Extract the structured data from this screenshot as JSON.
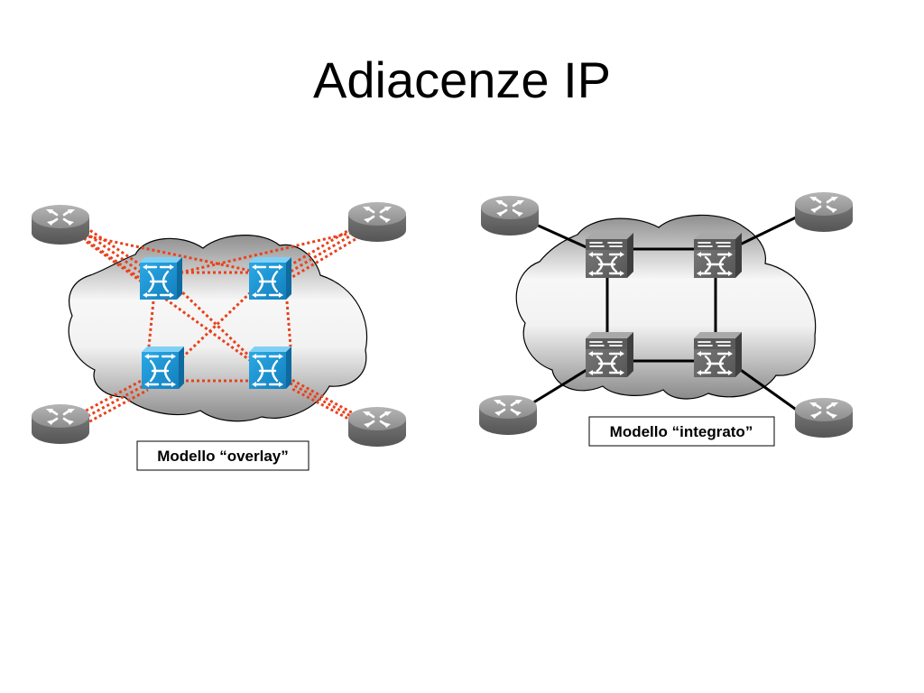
{
  "title": "Adiacenze IP",
  "colors": {
    "overlay_link": "#e8421c",
    "integrated_link": "#000000",
    "atm_switch_blue": "#1f9bd7",
    "atm_switch_grey": "#6f6f6f",
    "router": "#8a8a8a",
    "cloud_light": "#f4f4f4",
    "cloud_dark": "#9a9a9a"
  },
  "overlay": {
    "caption": "Modello “overlay”",
    "icons": {
      "router": "router-icon",
      "switch": "atm-switch-icon",
      "cloud": "network-cloud"
    }
  },
  "integrated": {
    "caption": "Modello “integrato”",
    "icons": {
      "router": "router-icon",
      "switch": "label-switch-router-icon",
      "cloud": "network-cloud"
    }
  }
}
